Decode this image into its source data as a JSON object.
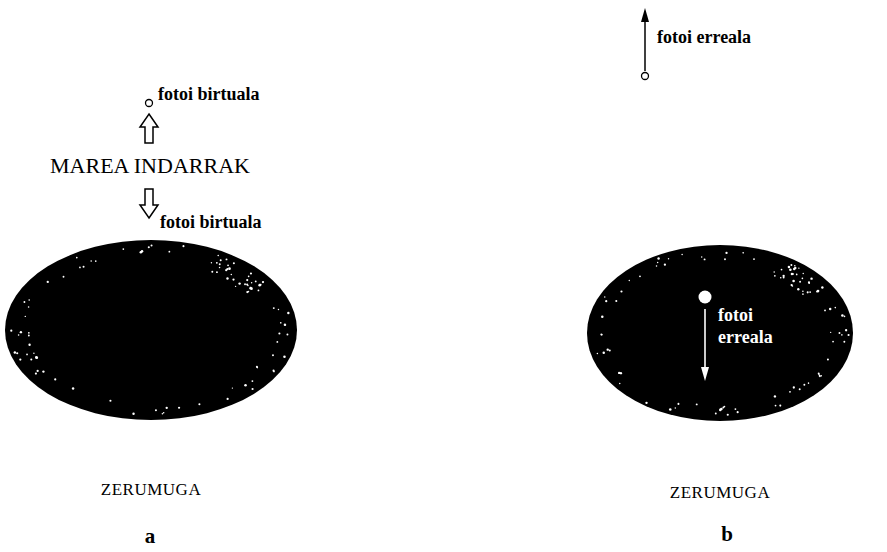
{
  "diagram": {
    "nodes": [
      {
        "text": [
          "ZERUMUGA"
        ]
      },
      {
        "text": [
          "fotoi erreala",
          "ZERUMUGA"
        ]
      }
    ],
    "labels": [
      "fotoi birtuala",
      "MAREA INDARRAK",
      "fotoi birtuala",
      "fotoi erreala",
      "a",
      "b"
    ]
  }
}
